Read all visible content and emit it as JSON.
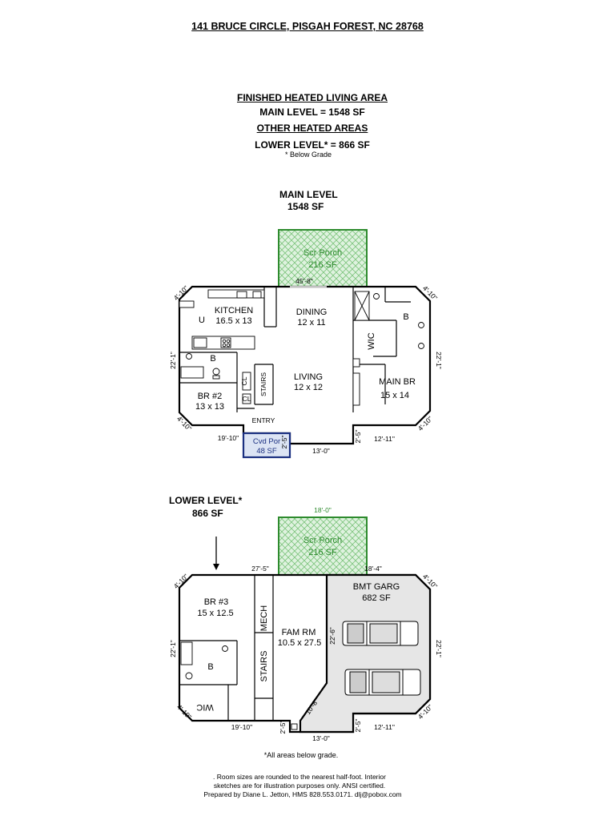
{
  "title": "141 BRUCE CIRCLE, PISGAH FOREST, NC 28768",
  "summary": {
    "finished_heading": "FINISHED HEATED LIVING AREA",
    "main_level_area": "MAIN LEVEL  =  1548 SF",
    "other_heading": "OTHER HEATED AREAS",
    "lower_level_area": "LOWER LEVEL* =  866 SF",
    "below_grade_note": "* Below Grade"
  },
  "main_level": {
    "heading": "MAIN LEVEL",
    "area": "1548 SF",
    "rooms": {
      "scr_porch_name": "Scr Porch",
      "scr_porch_area": "216 SF",
      "kitchen_name": "KITCHEN",
      "kitchen_size": "16.5 x 13",
      "dining_name": "DINING",
      "dining_size": "12 x 11",
      "living_name": "LIVING",
      "living_size": "12 x 12",
      "main_br_name": "MAIN BR",
      "main_br_size": "15 x 14",
      "br2_name": "BR #2",
      "br2_size": "13 x 13",
      "wic": "WIC",
      "stairs": "STAIRS",
      "entry": "ENTRY",
      "cvd_por_name": "Cvd Por",
      "cvd_por_area": "48 SF",
      "b": "B",
      "u": "U",
      "cl": "CL"
    },
    "dims": {
      "top": "45'-8\"",
      "corner": "4'-10\"",
      "side": "22'-1\"",
      "bottom_left": "19'-10\"",
      "bottom_mid": "13'-0\"",
      "bottom_right": "12'-11\"",
      "step": "2'-5\""
    }
  },
  "lower_level": {
    "heading": "LOWER LEVEL*",
    "area": "866 SF",
    "rooms": {
      "scr_porch_name": "Scr Porch",
      "scr_porch_area": "216 SF",
      "br3_name": "BR #3",
      "br3_size": "15 x 12.5",
      "mech": "MECH",
      "stairs": "STAIRS",
      "fam_name": "FAM RM",
      "fam_size": "10.5 x 27.5",
      "garage_name": "BMT GARG",
      "garage_area": "682 SF",
      "wic": "WIC",
      "b": "B"
    },
    "dims": {
      "porch_top": "18'-0\"",
      "top_left": "27'-5\"",
      "top_right": "18'-4\"",
      "corner": "4'-10\"",
      "side": "22'-1\"",
      "garage_wall": "22'-6\"",
      "diag": "10'-8\"",
      "bottom_left": "19'-10\"",
      "bottom_mid": "13'-0\"",
      "bottom_right": "12'-11\"",
      "step": "2'-5\""
    }
  },
  "notes": {
    "below_grade": "*All areas below grade.",
    "line1": ".    Room sizes  are rounded to the nearest half-foot.  Interior",
    "line2": "sketches are for illustration purposes only.  ANSI certified.",
    "line3": "Prepared by Diane L. Jetton, HMS 828.553.0171. dlj@pobox.com"
  },
  "colors": {
    "porch_green": "#2e8b2e",
    "porch_fill": "#d8f0d8",
    "covered_blue": "#1a2f80",
    "covered_fill": "#dce4f4",
    "garage_fill": "#e6e6e6"
  }
}
